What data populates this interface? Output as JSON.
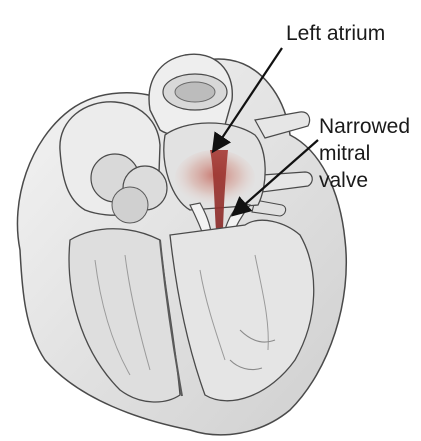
{
  "labels": {
    "left_atrium": "Left atrium",
    "narrowed_mitral_valve": [
      "Narrowed",
      "mitral",
      "valve"
    ]
  },
  "colors": {
    "tissue_light": "#f0f0f0",
    "tissue_mid": "#d4d4d4",
    "tissue_dark": "#8a8a8a",
    "outline": "#4a4a4a",
    "blood_flow": "#9b2f2f",
    "blood_glow": "#d49a8e",
    "arrow": "#111111"
  }
}
